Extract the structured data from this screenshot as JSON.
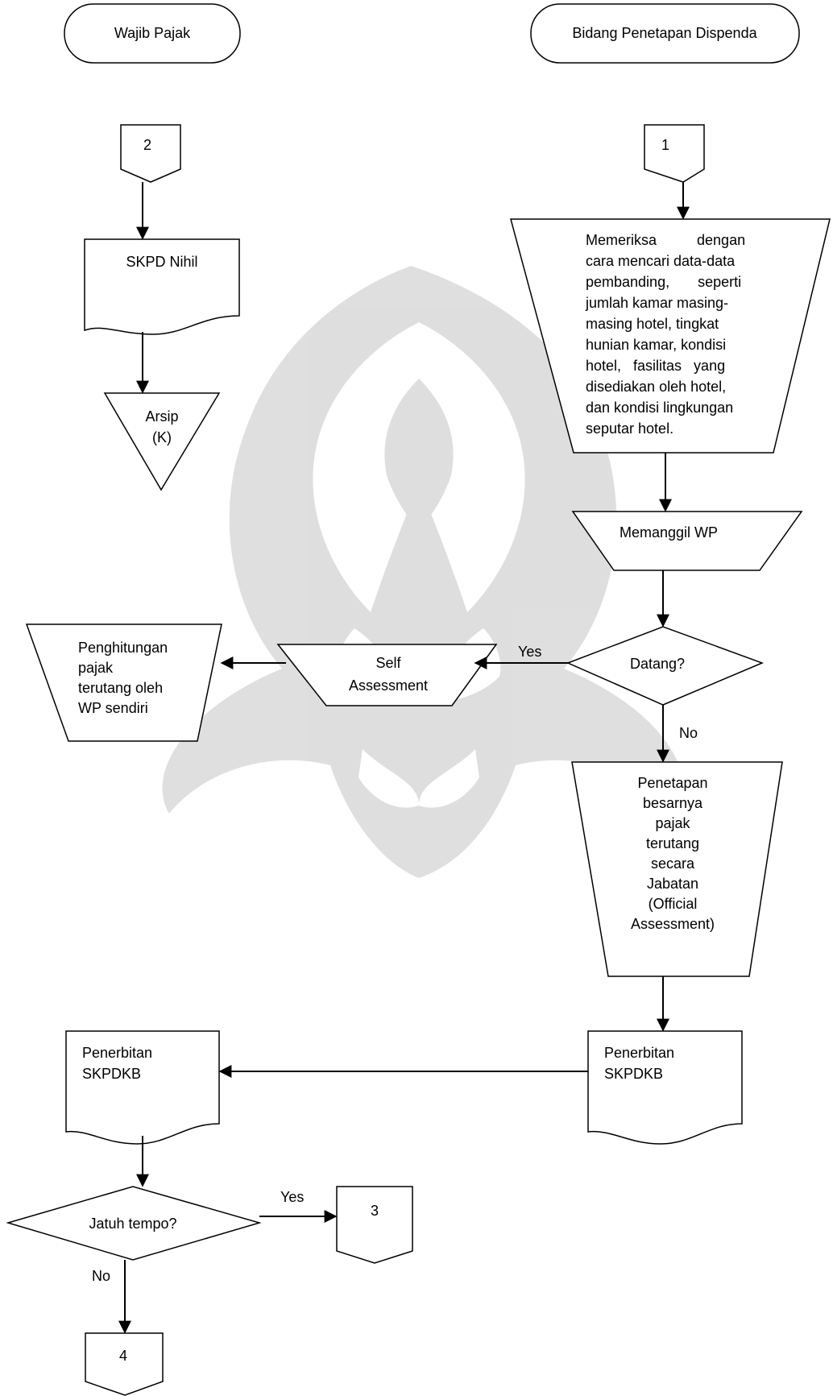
{
  "lanes": {
    "left": "Wajib Pajak",
    "right": "Bidang Penetapan Dispenda"
  },
  "connectors": {
    "c1": "1",
    "c2": "2",
    "c3": "3",
    "c4": "4"
  },
  "shapes": {
    "skpd_nihil": "SKPD Nihil",
    "arsip": [
      "Arsip",
      "(K)"
    ],
    "memeriksa": [
      "Memeriksa          dengan",
      "cara mencari data-data",
      "pembanding,       seperti",
      "jumlah kamar masing-",
      "masing hotel, tingkat",
      "hunian kamar, kondisi",
      "hotel,   fasilitas   yang",
      "disediakan oleh hotel,",
      "dan kondisi lingkungan",
      "seputar hotel."
    ],
    "memanggil_wp": "Memanggil WP",
    "datang": "Datang?",
    "self_assessment": [
      "Self",
      "Assessment"
    ],
    "penghitungan": [
      "Penghitungan",
      "pajak",
      "terutang oleh",
      "WP sendiri"
    ],
    "penetapan": [
      "Penetapan",
      "besarnya",
      "pajak",
      "terutang",
      "secara",
      "Jabatan",
      "(Official",
      "Assessment)"
    ],
    "penerbitan_right": [
      "Penerbitan",
      "SKPDKB"
    ],
    "penerbitan_left": [
      "Penerbitan",
      "SKPDKB"
    ],
    "jatuh_tempo": "Jatuh tempo?"
  },
  "labels": {
    "yes_datang": "Yes",
    "no_datang": "No",
    "yes_jatuh": "Yes",
    "no_jatuh": "No"
  }
}
